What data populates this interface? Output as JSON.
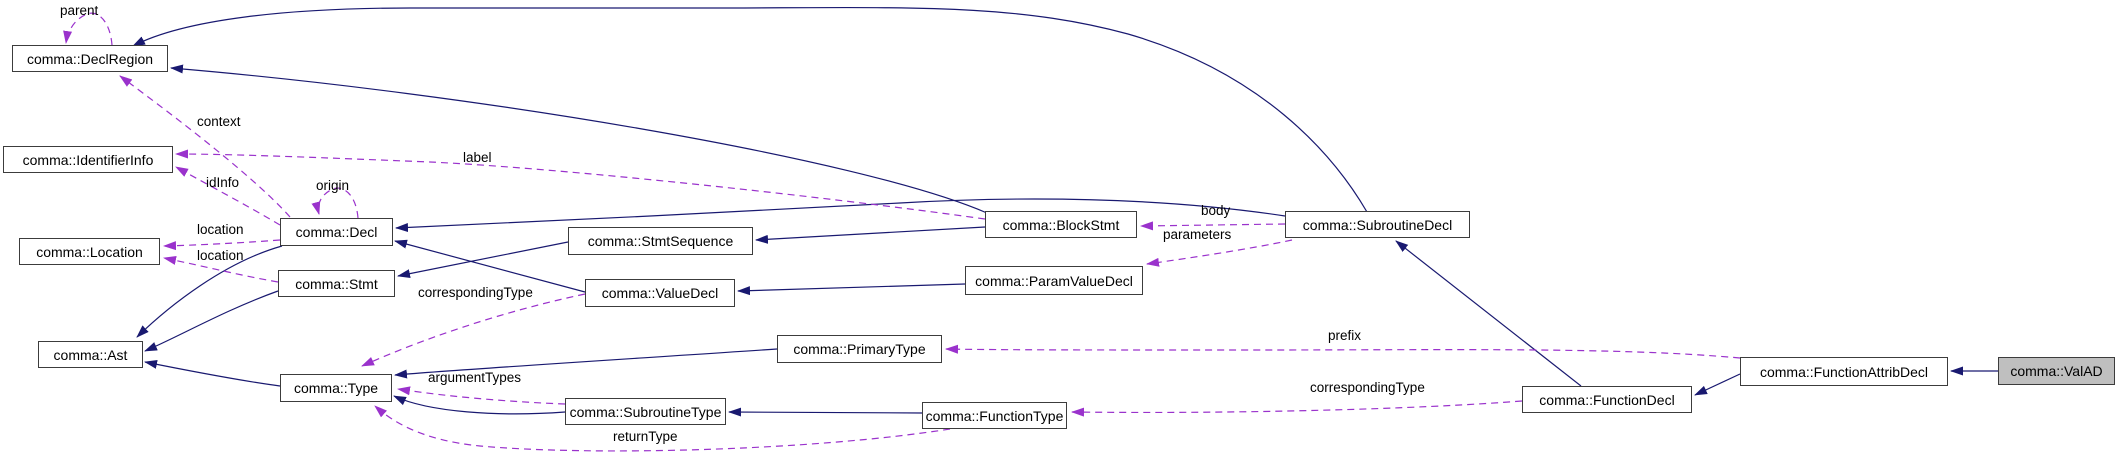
{
  "diagram": {
    "kind": "class collaboration graph",
    "colors": {
      "inheritance_edge": "#191970",
      "usage_edge": "#9a32cc",
      "node_border": "#3c3c3c",
      "node_fill": "#ffffff",
      "current_node_fill": "#bfbfbf",
      "background": "#ffffff",
      "text": "#000000"
    },
    "nodes": {
      "declRegion": {
        "label": "comma::DeclRegion"
      },
      "identifierInfo": {
        "label": "comma::IdentifierInfo"
      },
      "location": {
        "label": "comma::Location"
      },
      "decl": {
        "label": "comma::Decl"
      },
      "stmt": {
        "label": "comma::Stmt"
      },
      "ast": {
        "label": "comma::Ast"
      },
      "type": {
        "label": "comma::Type"
      },
      "stmtSequence": {
        "label": "comma::StmtSequence"
      },
      "valueDecl": {
        "label": "comma::ValueDecl"
      },
      "blockStmt": {
        "label": "comma::BlockStmt"
      },
      "paramValueDecl": {
        "label": "comma::ParamValueDecl"
      },
      "subroutineDecl": {
        "label": "comma::SubroutineDecl"
      },
      "primaryType": {
        "label": "comma::PrimaryType"
      },
      "subroutineType": {
        "label": "comma::SubroutineType"
      },
      "functionType": {
        "label": "comma::FunctionType"
      },
      "functionDecl": {
        "label": "comma::FunctionDecl"
      },
      "functionAttribDecl": {
        "label": "comma::FunctionAttribDecl"
      },
      "valAD": {
        "label": "comma::ValAD"
      }
    },
    "edge_labels": {
      "parent": "parent",
      "context": "context",
      "idInfo": "idInfo",
      "origin": "origin",
      "label": "label",
      "location_decl": "location",
      "location_stmt": "location",
      "body": "body",
      "parameters": "parameters",
      "corresponding_type_value": "correspondingType",
      "argument_types": "argumentTypes",
      "return_type": "returnType",
      "corresponding_type_function": "correspondingType",
      "prefix": "prefix"
    }
  }
}
